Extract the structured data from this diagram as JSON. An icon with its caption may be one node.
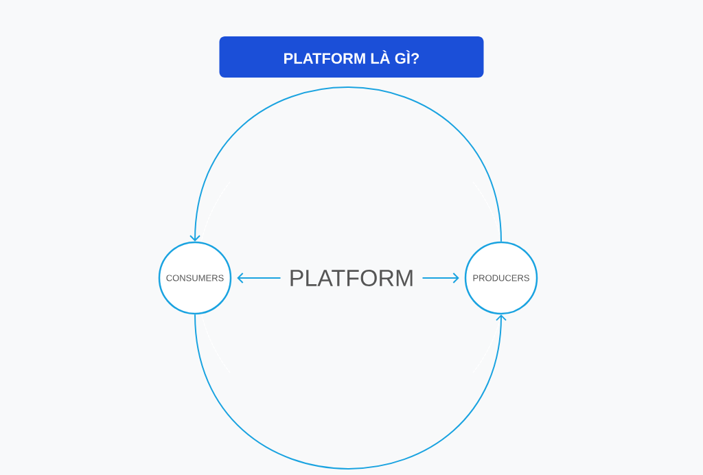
{
  "diagram": {
    "title": "PLATFORM LÀ GÌ?",
    "nodes": [
      {
        "text": [
          "CONSUMERS"
        ]
      },
      {
        "text": [
          "PLATFORM"
        ]
      },
      {
        "text": [
          "PRODUCERS"
        ]
      }
    ],
    "edges": [
      {
        "from": 1,
        "to": 0,
        "arrow": "to"
      },
      {
        "from": 1,
        "to": 2,
        "arrow": "to"
      },
      {
        "from": 2,
        "to": 0,
        "arrow": "to"
      },
      {
        "from": 0,
        "to": 2,
        "arrow": "to"
      }
    ]
  }
}
